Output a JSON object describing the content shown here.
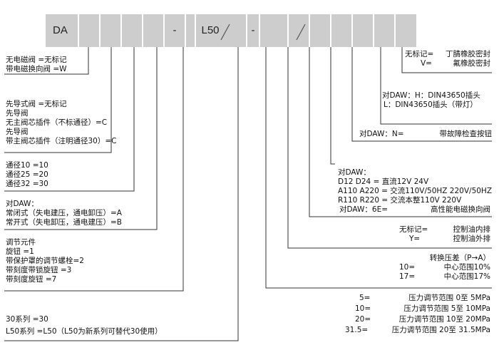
{
  "code_bar": {
    "prefix": "DA",
    "dash1": "-",
    "series": "L50",
    "slash1": "/",
    "dash2": "-",
    "slash2": "/"
  },
  "groups": {
    "electric": [
      "无电磁阀     =无标记",
      "带电磁换向阀  =W"
    ],
    "pilot": [
      "先导式阀          =无标记",
      "先导阀",
      "无主阀芯插件（不标通径）=C",
      "先导阀",
      "带主阀芯插件（注明通径30）=C"
    ],
    "bore": [
      "通径10        =10",
      "通径25        =20",
      "通径32        =30"
    ],
    "daw_mode": [
      "对DAW：",
      "常闭式（失电建压，通电卸压）=A",
      "常开式（失电卸压，通电建压）=B"
    ],
    "adjust": [
      "调节元件",
      "旋钮                       =1",
      "带保护罩的调节螺栓=2",
      "带刻度带锁旋钮     =3",
      "带刻度旋钮            =7"
    ],
    "series": [
      "30系列        =30",
      "L50系列      =L50（L50为新系列可替代30使用）"
    ],
    "seal": [
      {
        "key": "无标记=",
        "value": "丁腈橡胶密封"
      },
      {
        "key": "V=",
        "value": "氟橡胶密封"
      }
    ],
    "plug": [
      "对DAW：H：DIN43650插头",
      "L：DIN43650插头（带灯）"
    ],
    "fault": {
      "key": "对DAW：N=",
      "value": "带故障检查按钮"
    },
    "voltage": [
      "对DAW：",
      "D12   D24 = 直流12V 24V",
      "A110 A220 = 交流110V/50HZ 220V/50HZ",
      "R110 R220 = 交流本整110V 220V"
    ],
    "valve6e": {
      "key": "对DAW：6E=",
      "value": "高性能电磁换向阀"
    },
    "oil": [
      {
        "key": "无标记=",
        "value": "控制油内排"
      },
      {
        "key": "Y=",
        "value": "控制油外排"
      }
    ],
    "pressure_diff": {
      "title": "转换压差（P→A）",
      "rows": [
        {
          "key": "10=",
          "value": "中心范围10%"
        },
        {
          "key": "17=",
          "value": "中心范围17%"
        }
      ]
    },
    "pressure_range": [
      {
        "key": "5=",
        "value": "压力调节范围 0至 5MPa"
      },
      {
        "key": "10=",
        "value": "压力调节范围 5至 10MPa"
      },
      {
        "key": "20=",
        "value": "压力调节范围 10至 20MPa"
      },
      {
        "key": "31.5=",
        "value": "压力调节范围 20至 31.5MPa"
      }
    ]
  },
  "colors": {
    "bar": "#cdcdcd",
    "line": "#333333",
    "text": "#111111"
  }
}
